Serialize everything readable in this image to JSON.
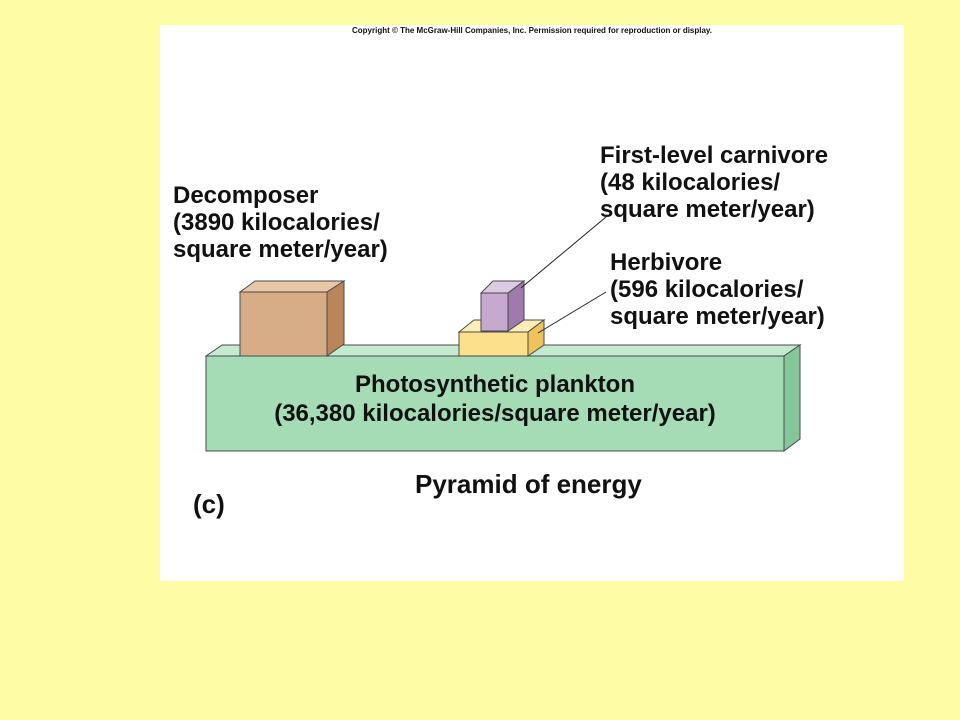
{
  "copyright": "Copyright © The McGraw-Hill Companies, Inc. Permission required for reproduction or display.",
  "colors": {
    "slide_background": "#fffca6",
    "panel_background": "#ffffff",
    "plankton_front": "#a6dcb5",
    "plankton_top": "#c4ead0",
    "plankton_side": "#84c89a",
    "decomposer_front": "#d6ad87",
    "decomposer_top": "#e7c7a6",
    "decomposer_side": "#b98559",
    "herbivore_front": "#fce08c",
    "herbivore_top": "#fdeeb8",
    "herbivore_side": "#efc25b",
    "carnivore_front": "#c5a9cf",
    "carnivore_top": "#dccbe3",
    "carnivore_side": "#9e7aae"
  },
  "levels": {
    "producer": {
      "name": "Photosynthetic plankton",
      "value": "(36,380 kilocalories/square meter/year)"
    },
    "decomposer": {
      "lines": [
        "Decomposer",
        "(3890 kilocalories/",
        "square meter/year)"
      ]
    },
    "carnivore": {
      "lines": [
        "First-level carnivore",
        "(48 kilocalories/",
        "square meter/year)"
      ]
    },
    "herbivore": {
      "lines": [
        "Herbivore",
        "(596 kilocalories/",
        "square meter/year)"
      ]
    }
  },
  "title": "Pyramid of energy",
  "panel_letter": "(c)"
}
